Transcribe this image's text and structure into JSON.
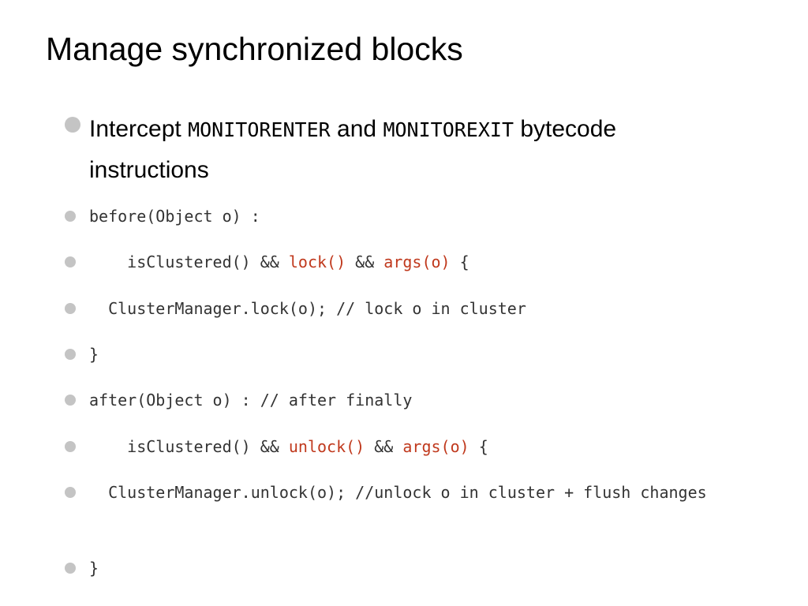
{
  "slide": {
    "title": "Manage synchronized blocks",
    "bullet1": {
      "t1": "Intercept ",
      "code1": "MONITORENTER",
      "t2": " and ",
      "code2": "MONITOREXIT",
      "t3": " bytecode instructions"
    },
    "code_lines": [
      {
        "text": "before(Object o) :"
      },
      {
        "a": "    isClustered() && ",
        "r1": "lock()",
        "b": " && ",
        "r2": "args(o)",
        "c": " {"
      },
      {
        "text": "  ClusterManager.lock(o); // lock o in cluster"
      },
      {
        "text": "}"
      },
      {
        "text": "after(Object o) : // after finally"
      },
      {
        "a": "    isClustered() && ",
        "r1": "unlock()",
        "b": " && ",
        "r2": "args(o)",
        "c": " {"
      },
      {
        "text": "  ClusterManager.unlock(o); //unlock o in cluster + flush changes"
      },
      {
        "text": "}"
      }
    ],
    "colors": {
      "highlight": "#c0391d",
      "code_text": "#333333",
      "bullet": "#c4c4c4"
    }
  }
}
